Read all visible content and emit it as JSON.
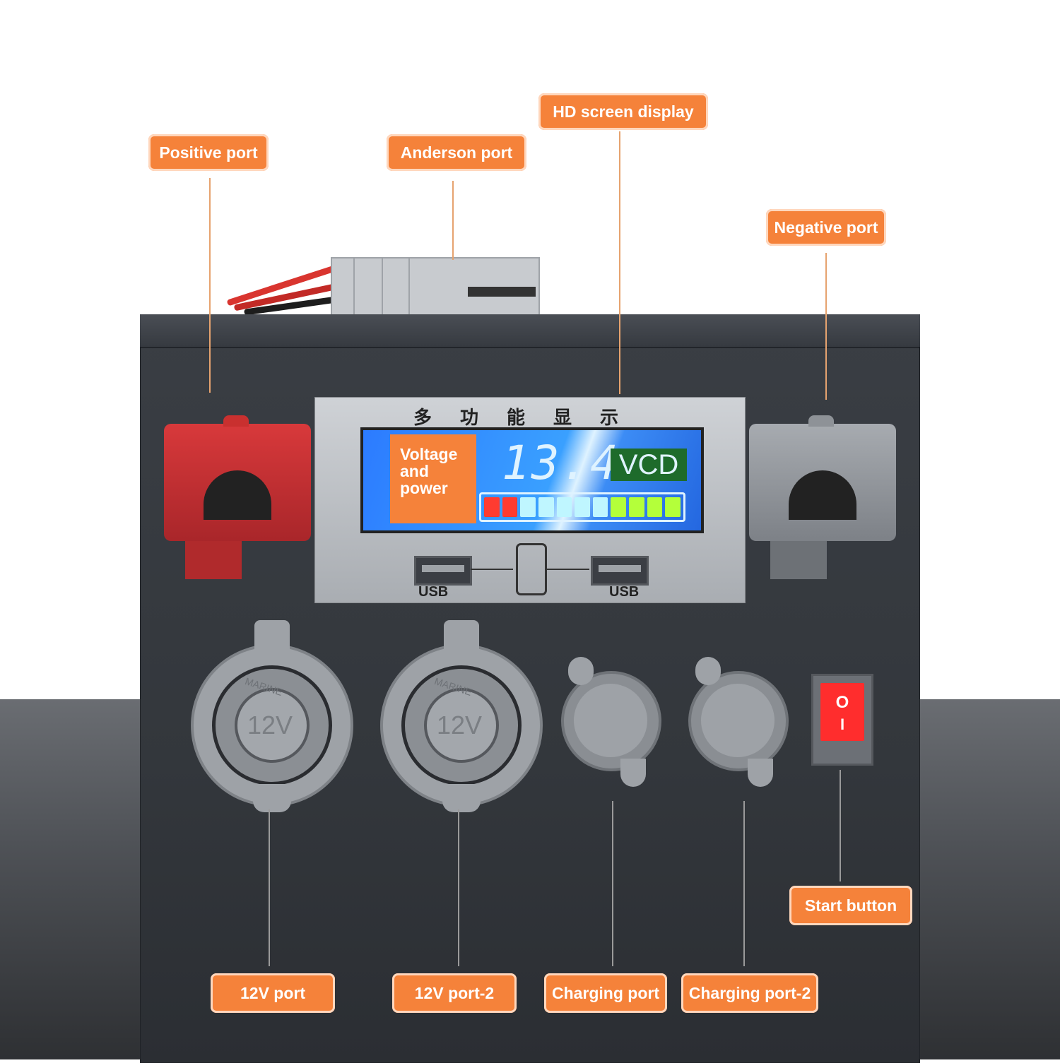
{
  "callouts": {
    "positive_port": "Positive port",
    "anderson_port": "Anderson port",
    "hd_screen": "HD screen display",
    "negative_port": "Negative port",
    "port_12v": "12V port",
    "port_12v_2": "12V port-2",
    "charging_port": "Charging port",
    "charging_port_2": "Charging port-2",
    "start_button": "Start button"
  },
  "panel": {
    "title": "多功能显示",
    "lcd_label": "Voltage and power",
    "voltage": "13.4",
    "unit": "VCD",
    "usb_left": "USB",
    "usb_right": "USB",
    "battery_level": {
      "segments_total": 11,
      "red": 2,
      "cyan": 5,
      "green": 4
    }
  },
  "sockets": {
    "marine_text": "MARINE",
    "rating": "12V"
  },
  "switch": {
    "on_symbol": "O",
    "off_symbol": "I"
  },
  "colors": {
    "accent": "#f5823a",
    "positive_red": "#d03a3a",
    "negative_grey": "#9ea2a7",
    "bar_red": "#ff3b30",
    "bar_cyan": "#bff6ff",
    "bar_green": "#b4ff3a"
  }
}
